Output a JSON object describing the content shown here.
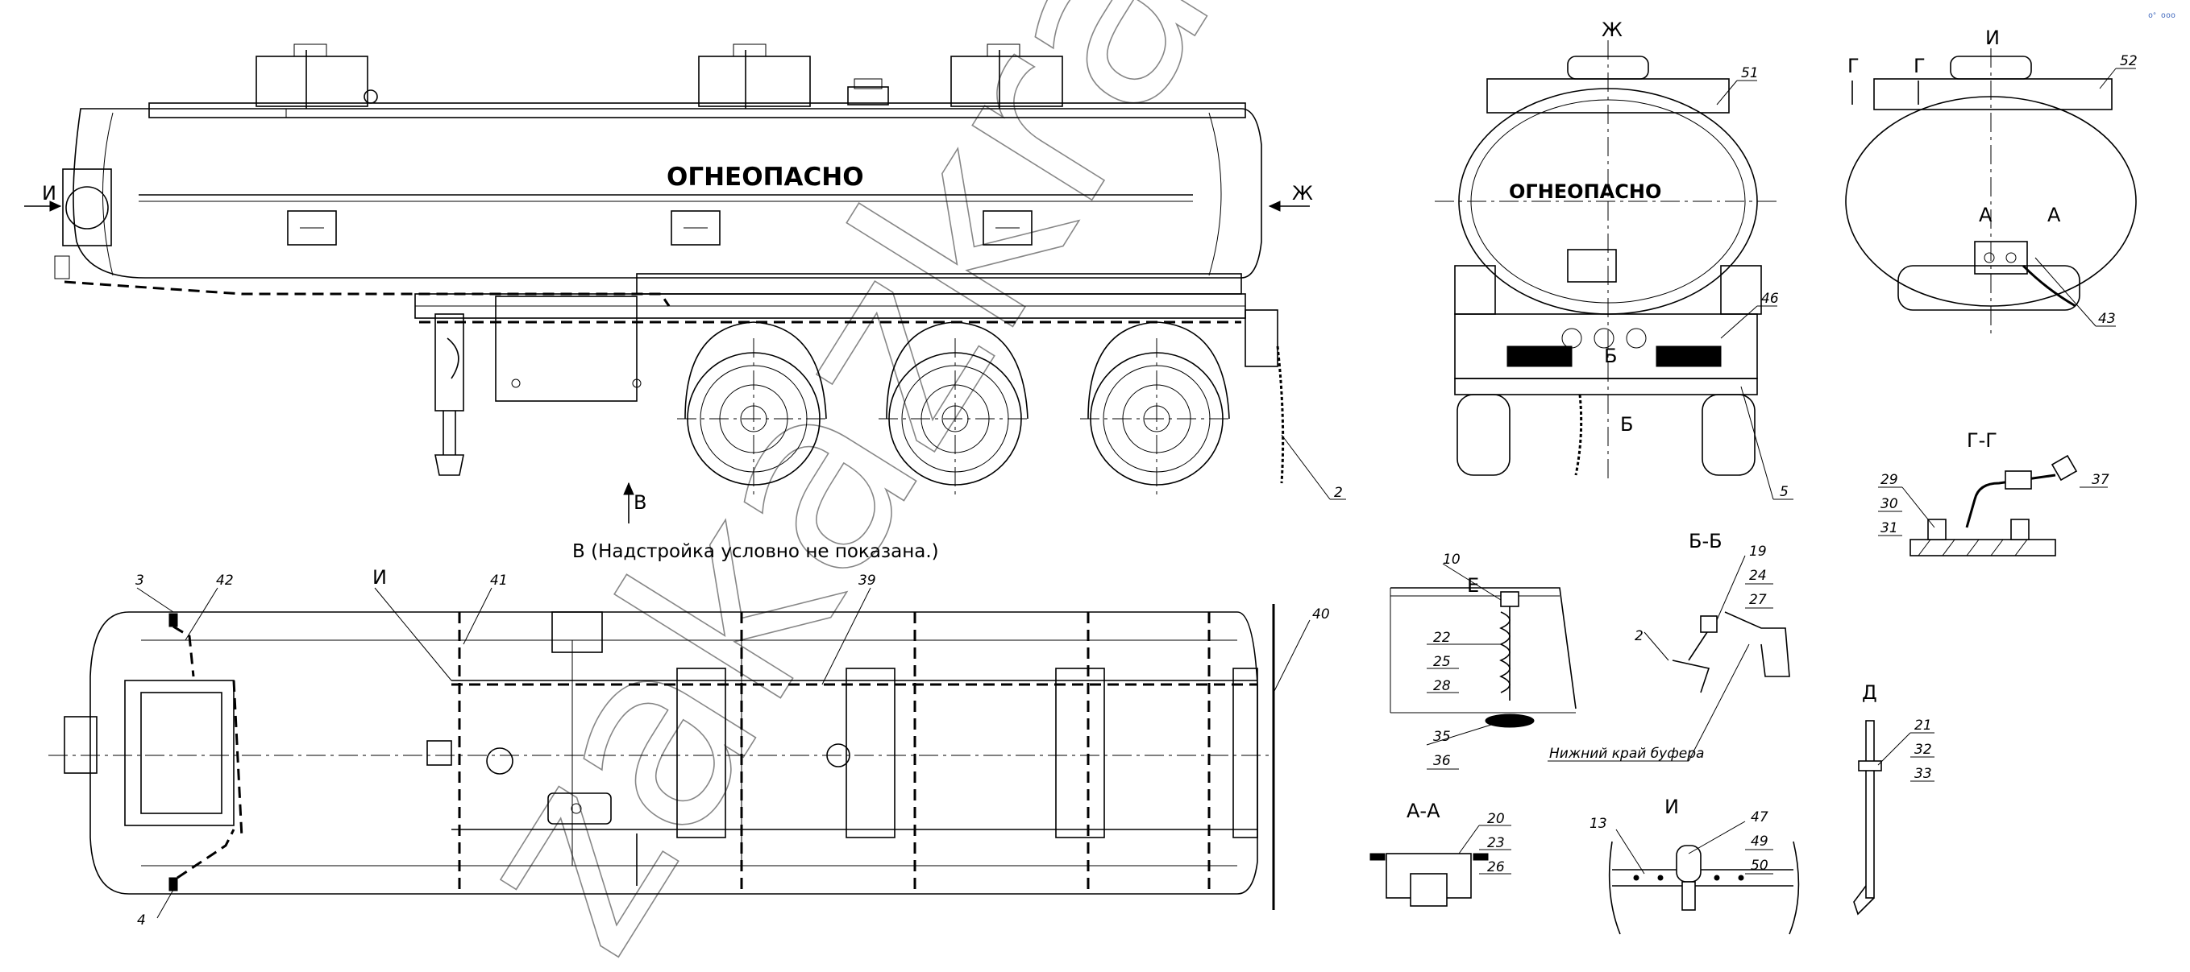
{
  "tank_warning_label": "ОГНЕОПАСНО",
  "watermark": "zakazkran.ru",
  "corner_mark": "oᐤ ooo",
  "view_labels": {
    "I_side": "И",
    "Zh_side": "Ж",
    "V_arrow": "В",
    "Zh_title": "Ж",
    "I_title": "И",
    "G_left": "Г",
    "G_right": "Г",
    "A_left": "А",
    "A_right": "А",
    "I_plan": "И",
    "E_title": "Е",
    "BB_title": "Б-Б",
    "GG_title": "Г-Г",
    "D_title": "Д",
    "AA_title": "А-А",
    "I_detail_title": "И",
    "B_mark": "Б",
    "B_mark2": "Б"
  },
  "view_V_caption": "В (Надстройка условно не показана.)",
  "buffer_note": "Нижний край буфера",
  "callouts": {
    "c2": "2",
    "c2b": "2",
    "c3": "3",
    "c4": "4",
    "c5": "5",
    "c10": "10",
    "c13": "13",
    "c19": "19",
    "c20": "20",
    "c21": "21",
    "c22": "22",
    "c23": "23",
    "c24": "24",
    "c25": "25",
    "c26": "26",
    "c27": "27",
    "c28": "28",
    "c29": "29",
    "c30": "30",
    "c31": "31",
    "c32": "32",
    "c33": "33",
    "c35": "35",
    "c36": "36",
    "c37": "37",
    "c39": "39",
    "c40": "40",
    "c41": "41",
    "c42": "42",
    "c43": "43",
    "c46": "46",
    "c47": "47",
    "c49": "49",
    "c50": "50",
    "c51": "51",
    "c52": "52"
  }
}
